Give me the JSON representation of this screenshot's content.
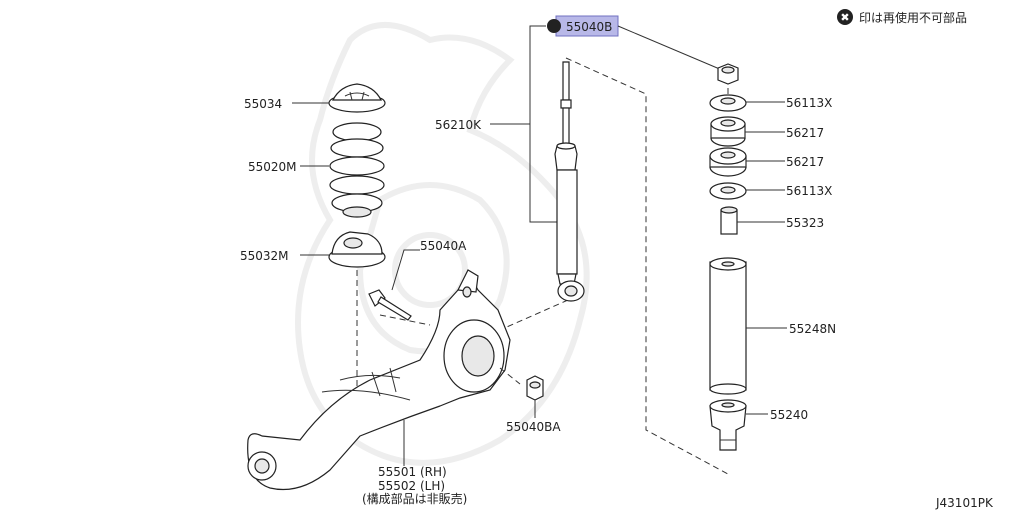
{
  "legend": {
    "symbol": "✖",
    "text": "印は再使用不可部品"
  },
  "diagram_code": "J43101PK",
  "highlight_color": "#b8b8e8",
  "parts": {
    "p55040B": "55040B",
    "p56113X_top": "56113X",
    "p56217_top": "56217",
    "p56217_bottom": "56217",
    "p56113X_bottom": "56113X",
    "p55323": "55323",
    "p55248N": "55248N",
    "p55240": "55240",
    "p56210K": "56210K",
    "p55034": "55034",
    "p55020M": "55020M",
    "p55032M": "55032M",
    "p55040A": "55040A",
    "p55040BA": "55040BA",
    "p55501": "55501 (RH)",
    "p55502": "55502 (LH)",
    "p_note": "(構成部品は非販売)"
  }
}
